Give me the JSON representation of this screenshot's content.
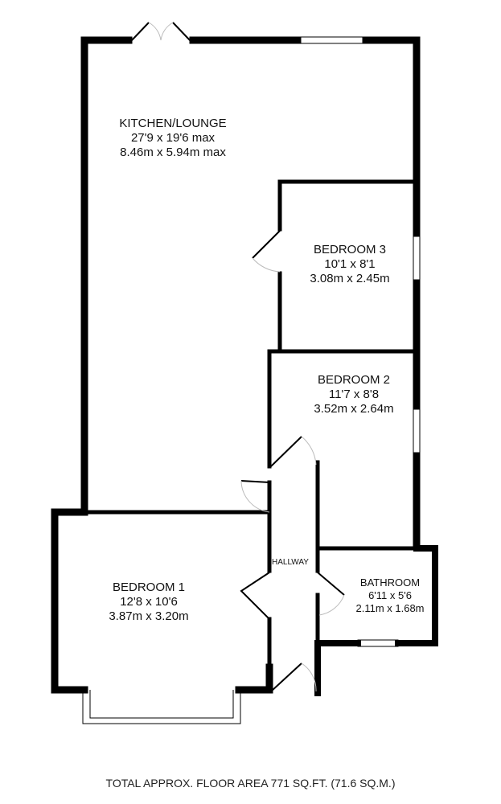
{
  "rooms": {
    "kitchen": {
      "name": "KITCHEN/LOUNGE",
      "imperial": "27'9 x 19'6 max",
      "metric": "8.46m x 5.94m max"
    },
    "bedroom3": {
      "name": "BEDROOM 3",
      "imperial": "10'1 x 8'1",
      "metric": "3.08m x 2.45m"
    },
    "bedroom2": {
      "name": "BEDROOM 2",
      "imperial": "11'7 x 8'8",
      "metric": "3.52m x 2.64m"
    },
    "bedroom1": {
      "name": "BEDROOM 1",
      "imperial": "12'8 x 10'6",
      "metric": "3.87m x 3.20m"
    },
    "bathroom": {
      "name": "BATHROOM",
      "imperial": "6'11 x 5'6",
      "metric": "2.11m x 1.68m"
    },
    "hallway": {
      "name": "HALLWAY"
    }
  },
  "footer": "TOTAL APPROX. FLOOR AREA 771 SQ.FT. (71.6 SQ.M.)"
}
